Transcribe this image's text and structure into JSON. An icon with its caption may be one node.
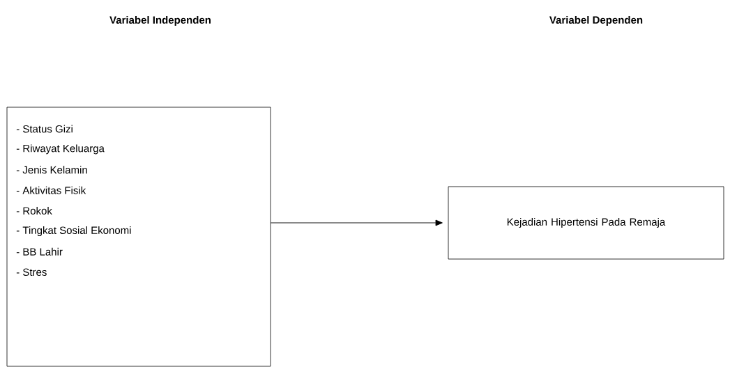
{
  "diagram": {
    "nodes": [
      {
        "text": [
          "- Status Gizi",
          "- Riwayat Keluarga",
          "- Jenis Kelamin",
          "- Aktivitas Fisik",
          "- Rokok",
          "- Tingkat Sosial Ekonomi",
          "- BB Lahir",
          "- Stres"
        ]
      },
      {
        "text": [
          "Kejadian Hipertensi Pada Remaja"
        ]
      }
    ],
    "edges": [
      {
        "from": 0,
        "to": 1,
        "arrow": "to"
      }
    ],
    "labels": [
      "Variabel Independen",
      "Variabel Dependen"
    ]
  }
}
